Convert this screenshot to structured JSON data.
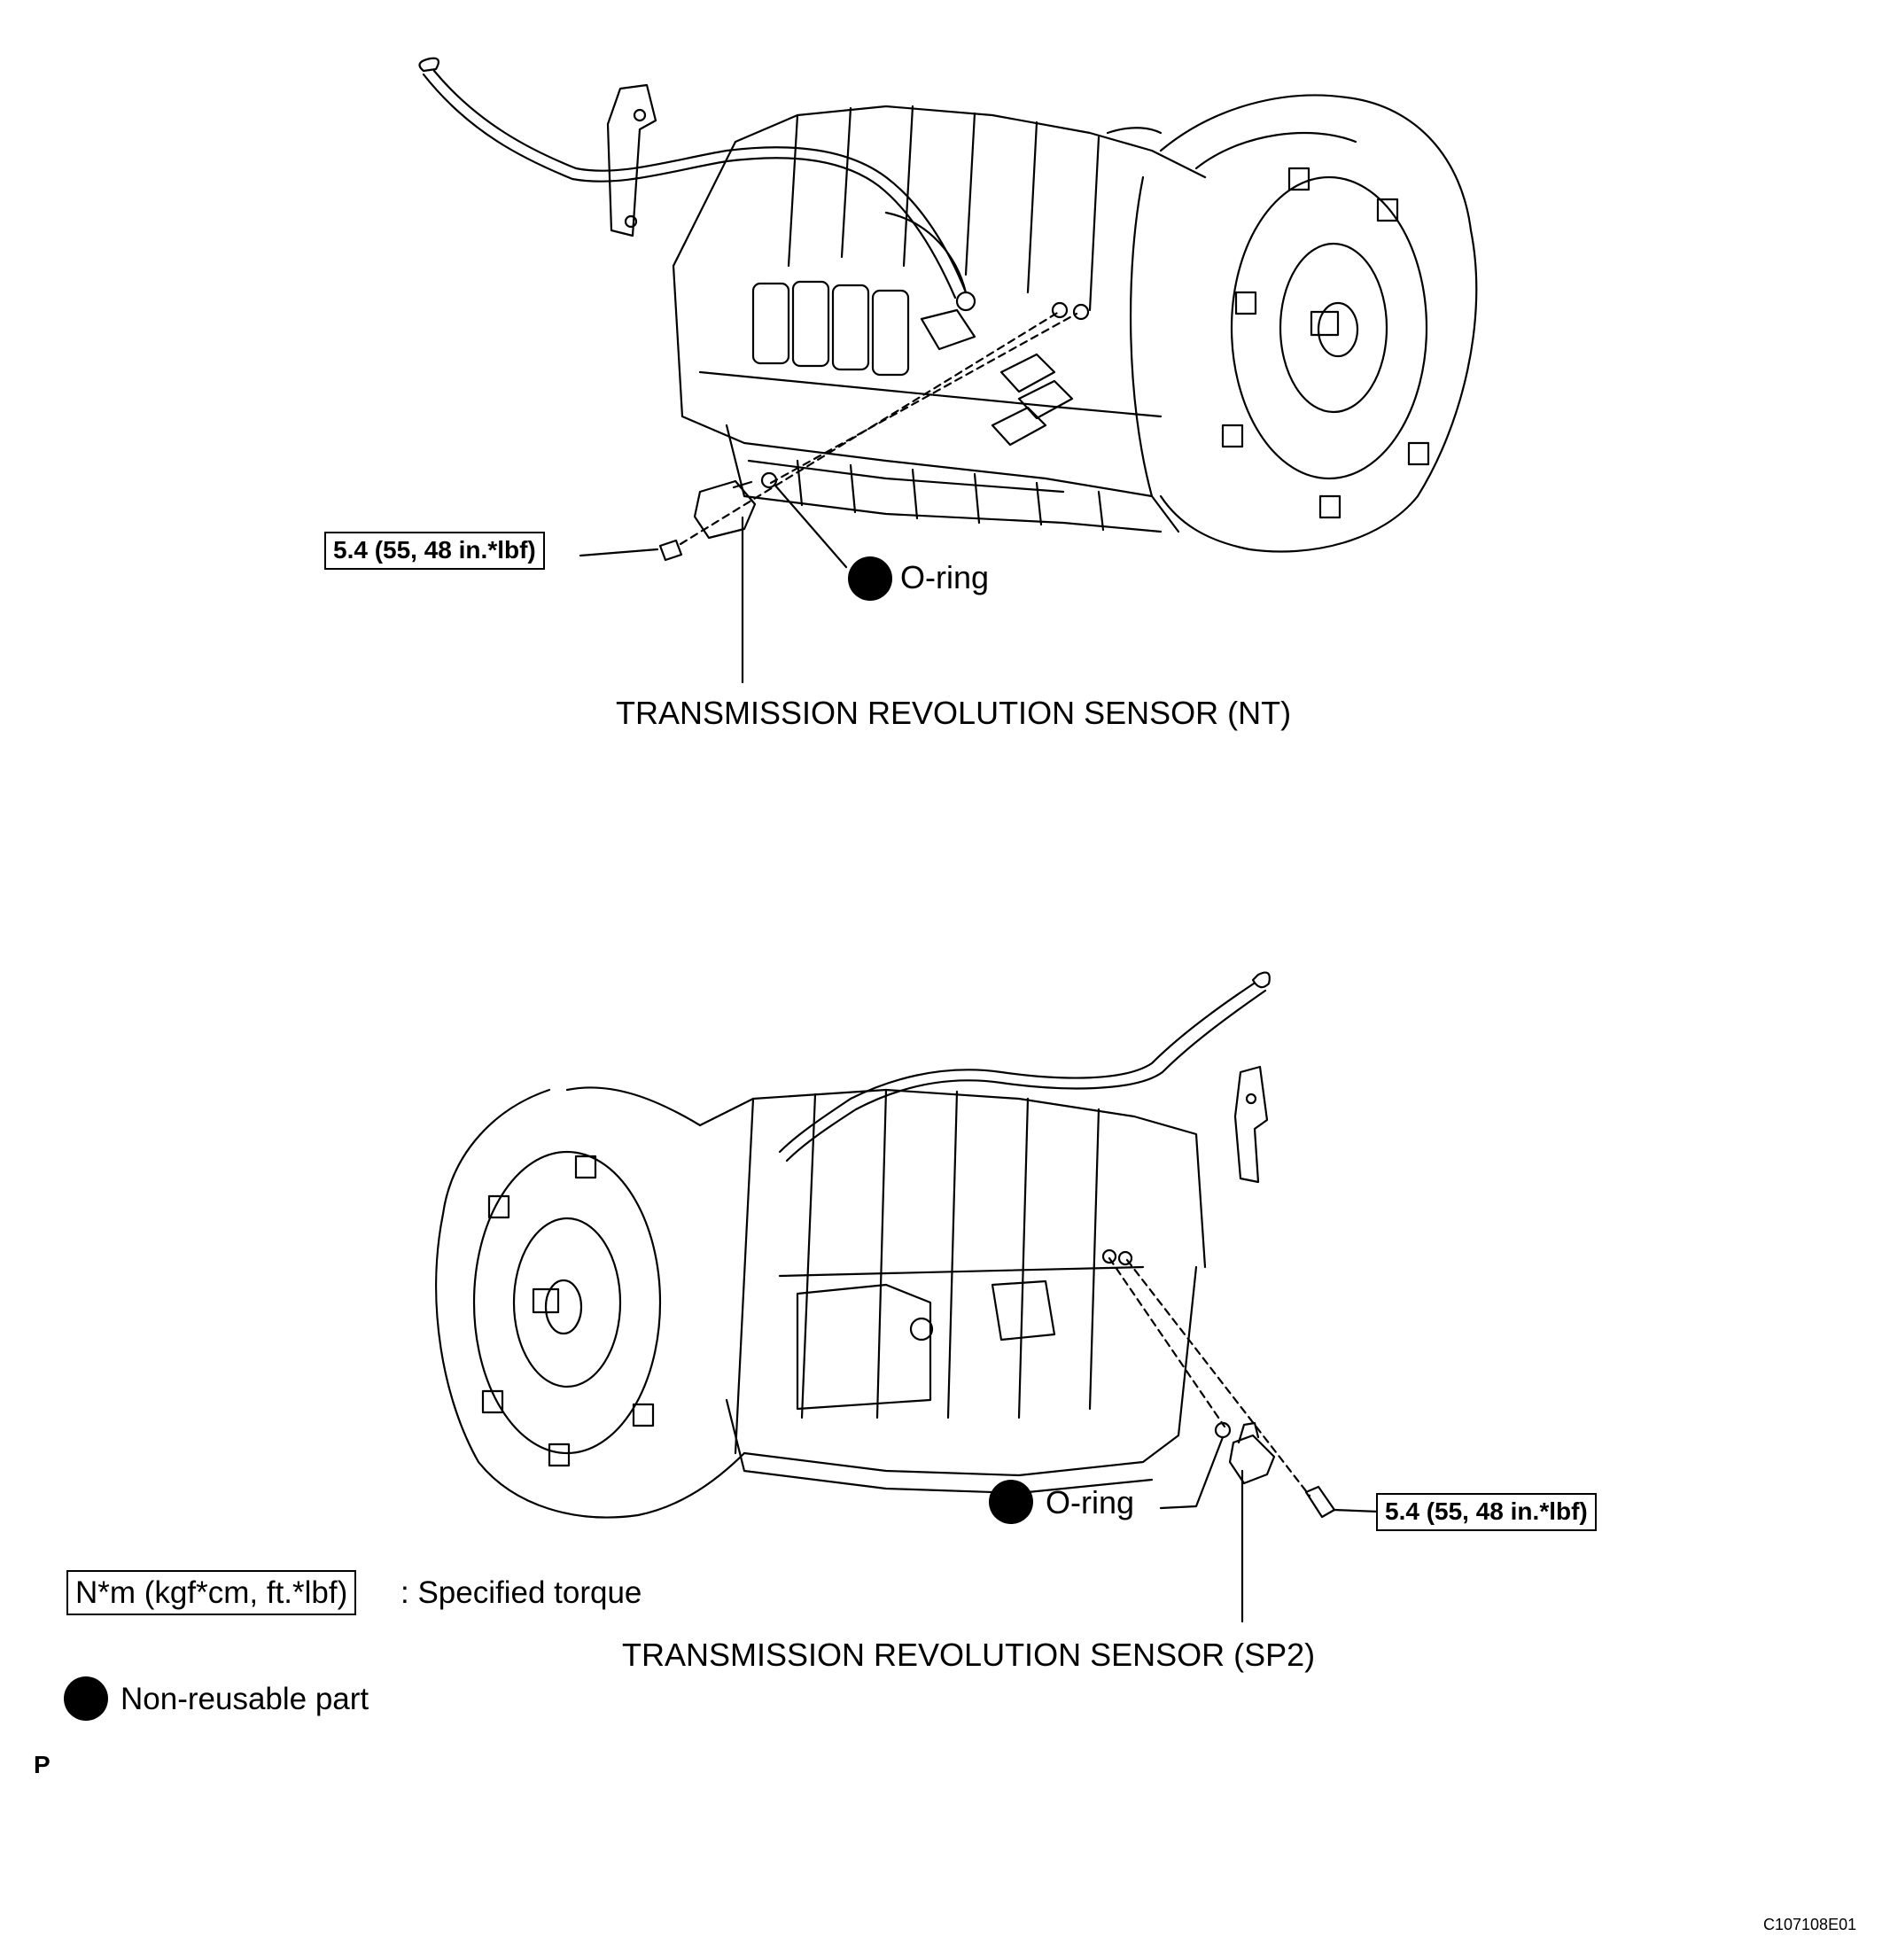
{
  "top_view": {
    "torque_label": "5.4 (55, 48 in.*lbf)",
    "oring_label": "O-ring",
    "sensor_label": "TRANSMISSION REVOLUTION SENSOR (NT)"
  },
  "bottom_view": {
    "torque_label": "5.4 (55, 48 in.*lbf)",
    "oring_label": "O-ring",
    "sensor_label": "TRANSMISSION REVOLUTION SENSOR  (SP2)"
  },
  "legend": {
    "torque_unit": "N*m (kgf*cm, ft.*lbf)",
    "torque_desc": ": Specified torque",
    "nonreusable_desc": "Non-reusable part",
    "letter": "P"
  },
  "figure_code": "C107108E01"
}
